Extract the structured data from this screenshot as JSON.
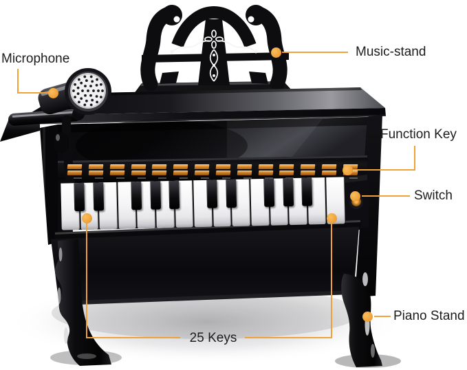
{
  "colors": {
    "accent_orange": "#F0A137",
    "label_text": "#1C1C1C",
    "piano_black": "#0B0B0E",
    "function_button_orange": "#E08F2E",
    "white_key": "#F4F4F6",
    "background": "#FFFFFF"
  },
  "annotations": {
    "microphone": {
      "label": "Microphone"
    },
    "music_stand": {
      "label": "Music-stand"
    },
    "function_key": {
      "label": "Function Key"
    },
    "switch": {
      "label": "Switch"
    },
    "piano_stand": {
      "label": "Piano Stand"
    },
    "keys": {
      "label": "25 Keys"
    }
  },
  "piano": {
    "total_keys": 25,
    "white_key_count": 15,
    "black_key_count": 10,
    "black_key_positions": [
      1,
      2,
      4,
      5,
      6,
      8,
      9,
      11,
      12,
      13
    ],
    "function_button_groups": 14
  }
}
